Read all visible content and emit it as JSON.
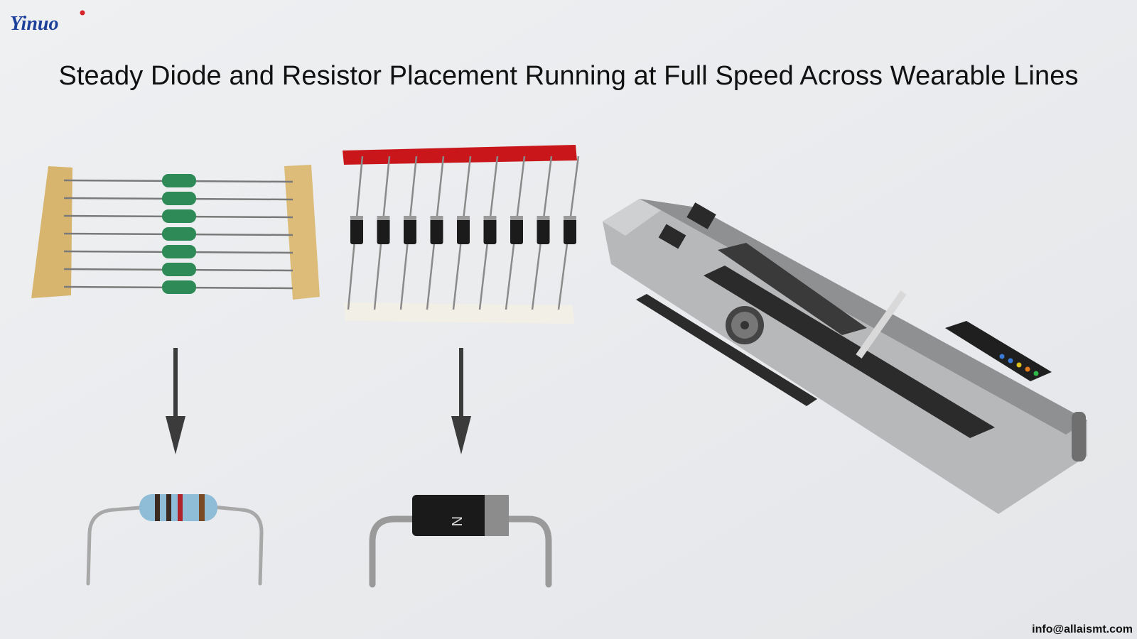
{
  "brand": {
    "logo_text": "Yinuo"
  },
  "headline": "Steady Diode and Resistor Placement Running at Full Speed Across Wearable Lines",
  "contact_email": "info@allaismt.com",
  "components": {
    "resistor_tape": {
      "count": 7
    },
    "diode_tape": {
      "count": 9
    },
    "diode_marking": "N"
  },
  "colors": {
    "brand_blue": "#1c3f9a",
    "brand_red": "#d8232a",
    "tape_red": "#c8161b",
    "resistor_green": "#2e8b57"
  }
}
